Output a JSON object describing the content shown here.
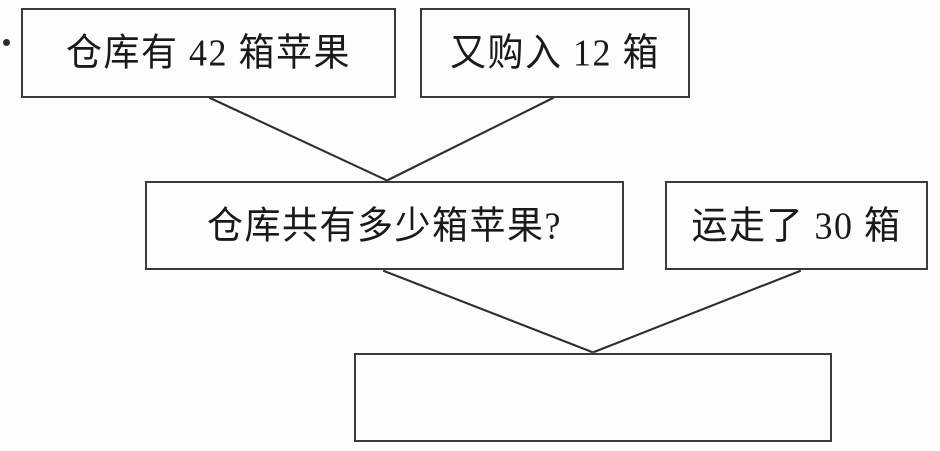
{
  "diagram": {
    "type": "flow-tree",
    "title_text": "",
    "background_color": "#fdfdfd",
    "line_color": "#2e2e2e",
    "box_border_color": "#3a3a3a",
    "text_color": "#1a1a1a",
    "bullet": {
      "name": "list-bullet",
      "glyph": "•"
    },
    "nodes": [
      {
        "id": "supply",
        "label": "仓库有 42 箱苹果",
        "role": "given-condition",
        "empty": false
      },
      {
        "id": "purchase",
        "label": "又购入 12 箱",
        "role": "given-condition",
        "empty": false
      },
      {
        "id": "question",
        "label": "仓库共有多少箱苹果?",
        "role": "intermediate-question",
        "empty": false
      },
      {
        "id": "shipped",
        "label": "运走了 30 箱",
        "role": "given-condition",
        "empty": false
      },
      {
        "id": "answer",
        "label": "",
        "role": "final-answer-blank",
        "empty": true
      }
    ],
    "edges": [
      {
        "from": "supply",
        "to": "question"
      },
      {
        "from": "purchase",
        "to": "question"
      },
      {
        "from": "question",
        "to": "answer"
      },
      {
        "from": "shipped",
        "to": "answer"
      }
    ]
  }
}
